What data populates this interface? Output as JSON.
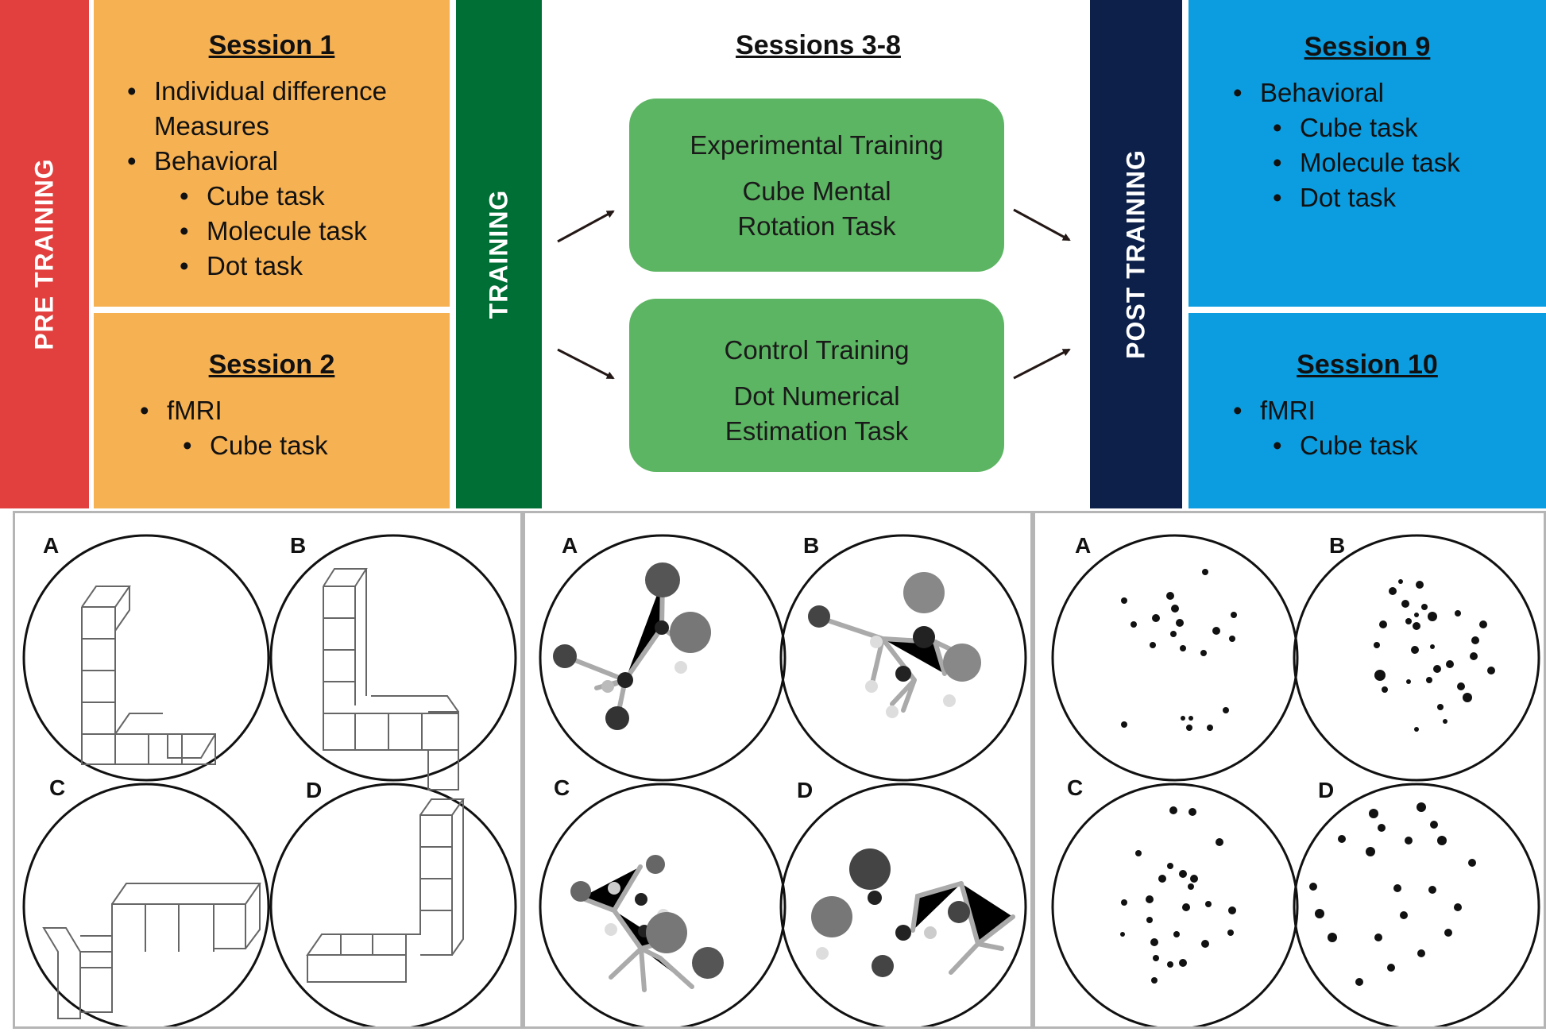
{
  "pre_training": {
    "label": "PRE TRAINING",
    "color": "#e2403f"
  },
  "training": {
    "label": "TRAINING",
    "color": "#006f35"
  },
  "post_training": {
    "label": "POST TRAINING",
    "color": "#0c204a"
  },
  "session1": {
    "title": "Session 1",
    "items": [
      "Individual difference",
      "Measures",
      "Behavioral",
      "Cube task",
      "Molecule task",
      "Dot task"
    ]
  },
  "session2": {
    "title": "Session 2",
    "items": [
      "fMRI",
      "Cube task"
    ]
  },
  "sessions38": {
    "title": "Sessions 3-8",
    "experimental": {
      "line1": "Experimental Training",
      "line2": "Cube Mental",
      "line3": "Rotation Task"
    },
    "control": {
      "line1": "Control Training",
      "line2": "Dot Numerical",
      "line3": "Estimation Task"
    }
  },
  "session9": {
    "title": "Session 9",
    "items": [
      "Behavioral",
      "Cube task",
      "Molecule task",
      "Dot task"
    ]
  },
  "session10": {
    "title": "Session 10",
    "items": [
      "fMRI",
      "Cube task"
    ]
  },
  "bullet": "•",
  "panels": {
    "cube": {
      "letters": [
        "A",
        "B",
        "C",
        "D"
      ]
    },
    "molecule": {
      "letters": [
        "A",
        "B",
        "C",
        "D"
      ]
    },
    "dot": {
      "letters": [
        "A",
        "B",
        "C",
        "D"
      ]
    }
  },
  "colors": {
    "orange": "#f6b153",
    "blue": "#0b9de0",
    "green_box": "#5cb562"
  }
}
